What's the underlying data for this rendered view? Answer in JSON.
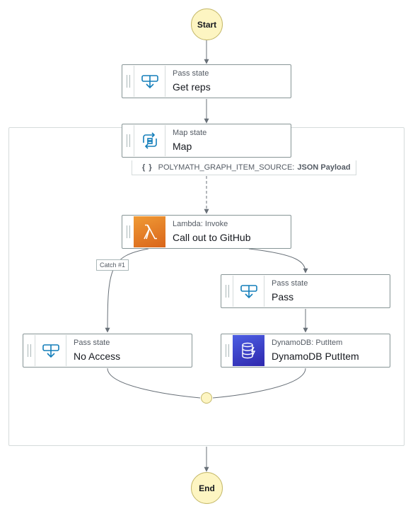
{
  "start": {
    "label": "Start"
  },
  "end": {
    "label": "End"
  },
  "states": {
    "get_reps": {
      "type": "Pass state",
      "name": "Get reps",
      "icon": "pass-state-icon"
    },
    "map": {
      "type": "Map state",
      "name": "Map",
      "icon": "map-state-icon"
    },
    "call_github": {
      "type": "Lambda: Invoke",
      "name": "Call out to GitHub",
      "icon": "lambda-icon"
    },
    "pass": {
      "type": "Pass state",
      "name": "Pass",
      "icon": "pass-state-icon"
    },
    "no_access": {
      "type": "Pass state",
      "name": "No Access",
      "icon": "pass-state-icon"
    },
    "dynamodb_put": {
      "type": "DynamoDB: PutItem",
      "name": "DynamoDB PutItem",
      "icon": "dynamodb-icon"
    }
  },
  "item_source": {
    "braces": "{ }",
    "key": "POLYMATH_GRAPH_ITEM_SOURCE:",
    "value": "JSON Payload"
  },
  "catch_label": "Catch #1",
  "colors": {
    "start_end_fill": "#fdf5c2",
    "node_border": "#879596",
    "lambda": "#ed7100",
    "dynamodb": "#3b48cc",
    "icon_blue": "#147eba"
  }
}
